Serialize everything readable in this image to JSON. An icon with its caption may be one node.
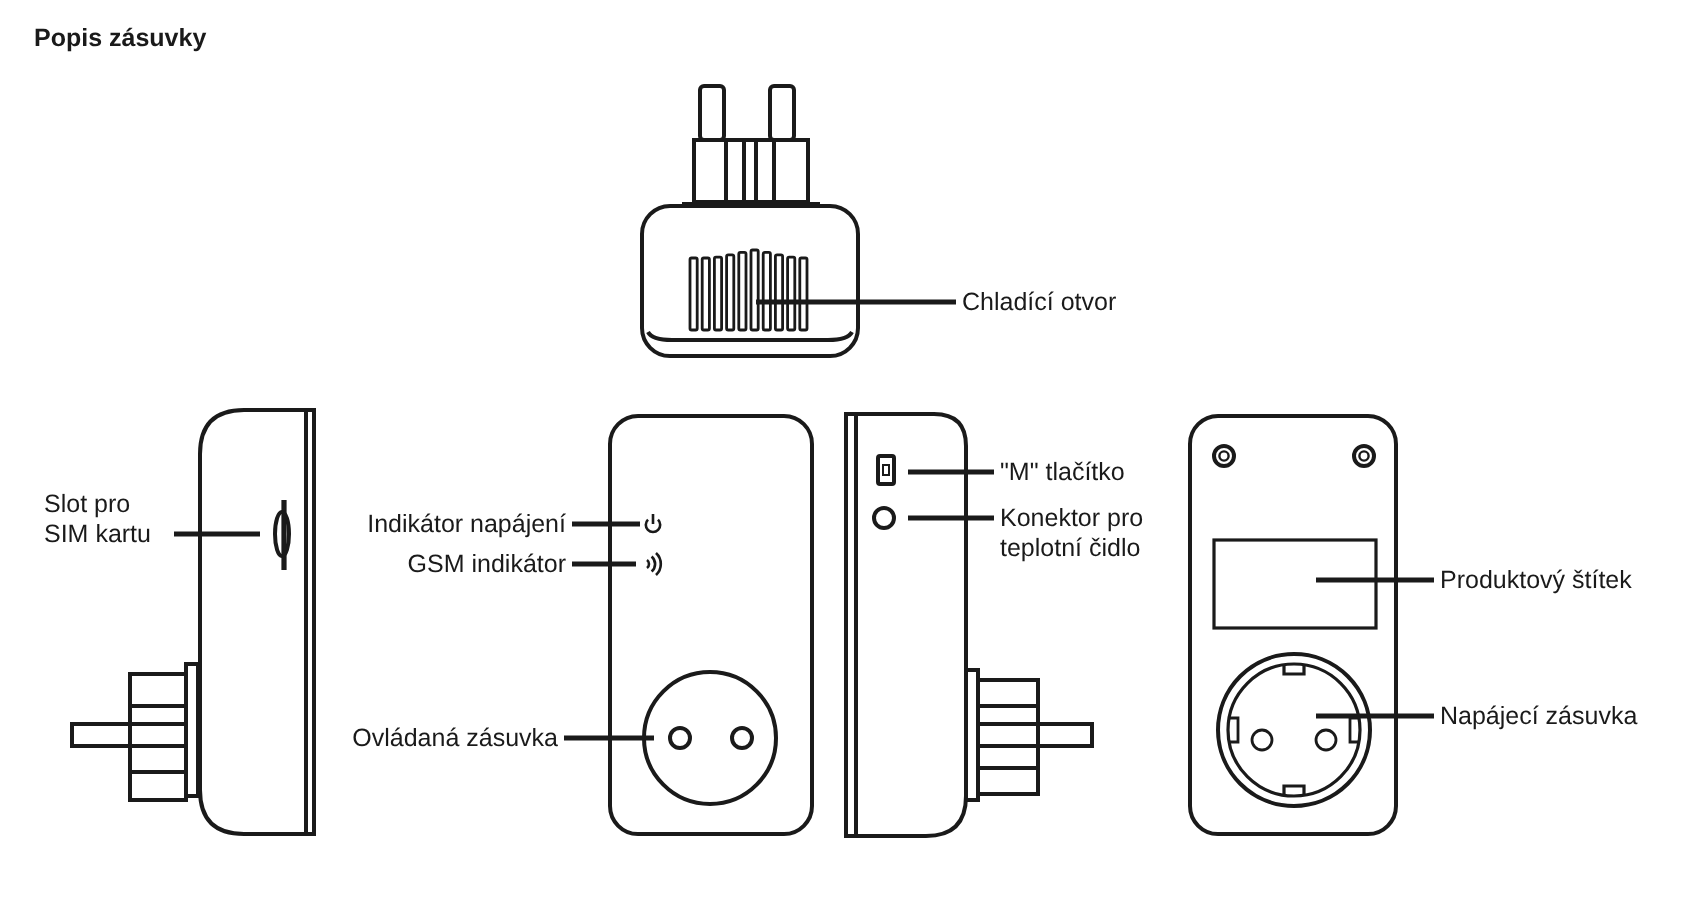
{
  "diagram": {
    "title": "Popis zásuvky",
    "nodes": [
      {
        "text": [
          "Chladící otvor"
        ]
      },
      {
        "text": [
          "Slot pro SIM kartu"
        ]
      },
      {
        "text": [
          "Indikátor napájení"
        ]
      },
      {
        "text": [
          "GSM indikátor"
        ]
      },
      {
        "text": [
          "\"M\" tlačítko"
        ]
      },
      {
        "text": [
          "Konektor pro teplotní čidlo"
        ]
      },
      {
        "text": [
          "Produktový štítek"
        ]
      },
      {
        "text": [
          "Ovládaná zásuvka"
        ]
      },
      {
        "text": [
          "Napájecí zásuvka"
        ]
      }
    ],
    "edges": [
      {
        "from": 0,
        "to": null,
        "arrow": "none"
      },
      {
        "from": 1,
        "to": null,
        "arrow": "none"
      },
      {
        "from": 2,
        "to": null,
        "arrow": "none"
      },
      {
        "from": 3,
        "to": null,
        "arrow": "none"
      },
      {
        "from": 4,
        "to": null,
        "arrow": "none"
      },
      {
        "from": 5,
        "to": null,
        "arrow": "none"
      },
      {
        "from": 6,
        "to": null,
        "arrow": "none"
      },
      {
        "from": 7,
        "to": null,
        "arrow": "none"
      },
      {
        "from": 8,
        "to": null,
        "arrow": "none"
      }
    ]
  }
}
